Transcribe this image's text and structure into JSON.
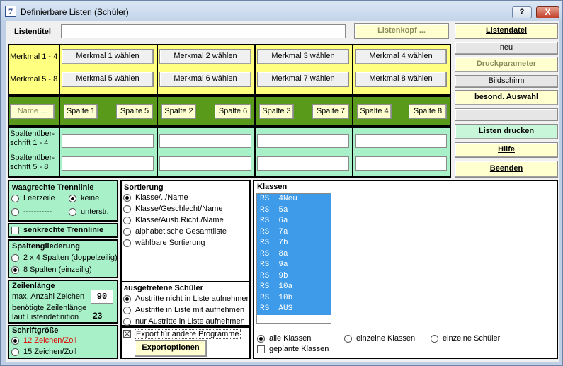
{
  "window": {
    "title": "Definierbare Listen (Schüler)",
    "app_icon": "7",
    "help_button": "?",
    "close_button": "X"
  },
  "header": {
    "listentitel_label": "Listentitel",
    "listentitel_value": "",
    "listenkopf_button": "Listenkopf ..."
  },
  "merkmal": {
    "row1_label": "Merkmal 1 - 4",
    "row2_label": "Merkmal 5 - 8",
    "buttons_row1": [
      "Merkmal 1 wählen",
      "Merkmal 2 wählen",
      "Merkmal 3 wählen",
      "Merkmal 4 wählen"
    ],
    "buttons_row2": [
      "Merkmal 5 wählen",
      "Merkmal 6 wählen",
      "Merkmal 7 wählen",
      "Merkmal 8 wählen"
    ]
  },
  "spalten": {
    "name_button": "Name ...",
    "columns": [
      {
        "left": "Spalte 1",
        "right": "Spalte 5"
      },
      {
        "left": "Spalte 2",
        "right": "Spalte 6"
      },
      {
        "left": "Spalte 3",
        "right": "Spalte 7"
      },
      {
        "left": "Spalte 4",
        "right": "Spalte 8"
      }
    ],
    "header_label_1": "Spaltenüber-\nschrift 1 - 4",
    "header_label_2": "Spaltenüber-\nschrift 5 - 8"
  },
  "right_panel": {
    "listendatei": "Listendatei",
    "neu": "neu",
    "druckparameter": "Druckparameter",
    "bildschirm": "Bildschirm",
    "besond_auswahl": "besond. Auswahl",
    "empty_field": "",
    "listen_drucken": "Listen drucken",
    "hilfe": "Hilfe",
    "beenden": "Beenden"
  },
  "trennlinie": {
    "title": "waagrechte Trennlinie",
    "opt_leerzeile": "Leerzeile",
    "opt_keine": "keine",
    "opt_dashes": "-----------",
    "opt_unterstr": "unterstr.",
    "senkrecht": "senkrechte Trennlinie"
  },
  "gliederung": {
    "title": "Spaltengliederung",
    "opt1": "2 x 4 Spalten (doppelzeilig)",
    "opt2": "8 Spalten (einzeilig)"
  },
  "zeilenlaenge": {
    "title": "Zeilenlänge",
    "max_label": "max. Anzahl Zeichen",
    "max_value": "90",
    "needed_label_1": "benötigte Zeilenlänge",
    "needed_label_2": "laut Listendefinition",
    "needed_value": "23"
  },
  "schrift": {
    "title": "Schriftgröße",
    "opt1": "12 Zeichen/Zoll",
    "opt2": "15 Zeichen/Zoll"
  },
  "sortierung": {
    "title": "Sortierung",
    "options": [
      "Klasse/../Name",
      "Klasse/Geschlecht/Name",
      "Klasse/Ausb.Richt./Name",
      "alphabetische Gesamtliste",
      "wählbare Sortierung"
    ]
  },
  "ausgetreten": {
    "title": "ausgetretene Schüler",
    "options": [
      "Austritte nicht in Liste aufnehmen",
      "Austritte in Liste mit aufnehmen",
      "nur Austritte in Liste aufnehmen"
    ]
  },
  "export": {
    "checkbox_label": "Export für andere Programme",
    "options_button": "Exportoptionen"
  },
  "klassen": {
    "title": "Klassen",
    "items": [
      "RS  4Neu",
      "RS  5a",
      "RS  6a",
      "RS  7a",
      "RS  7b",
      "RS  8a",
      "RS  9a",
      "RS  9b",
      "RS  10a",
      "RS  10b",
      "RS  AUS"
    ],
    "opt_alle": "alle Klassen",
    "opt_einzelne": "einzelne Klassen",
    "opt_schueler": "einzelne Schüler",
    "geplante": "geplante Klassen"
  },
  "colors": {
    "yellow_panel": "#ffff80",
    "green_band": "#5a9a1a",
    "mint_panel": "#a8f0c8",
    "selection": "#3d9bea",
    "red_text": "#e00000"
  }
}
